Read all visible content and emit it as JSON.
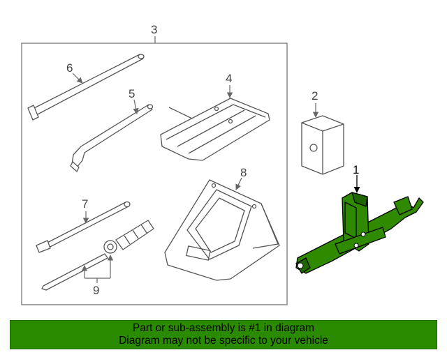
{
  "diagram": {
    "callouts": {
      "c1": "1",
      "c2": "2",
      "c3": "3",
      "c4": "4",
      "c5": "5",
      "c6": "6",
      "c7": "7",
      "c8": "8",
      "c9": "9"
    },
    "highlight_color": "#2a8a00"
  },
  "banner": {
    "line1": "Part or sub-assembly is #1 in diagram",
    "line2": "Diagram may not be specific to your vehicle"
  }
}
